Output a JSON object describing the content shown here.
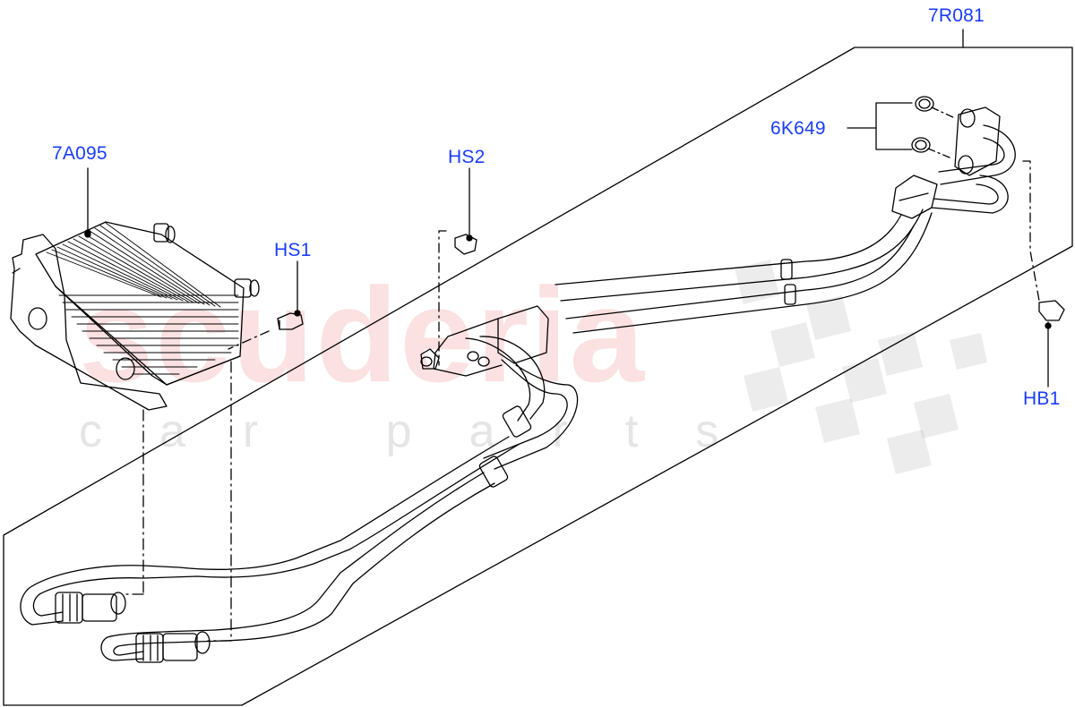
{
  "watermark": {
    "main": "scuderia",
    "sub": "car parts"
  },
  "callouts": {
    "oil_cooler": "7A095",
    "cooler_pipe_assembly": "7R081",
    "o_rings": "6K649",
    "screw_hs1": "HS1",
    "screw_hs2": "HS2",
    "bolt_hb1": "HB1"
  },
  "colors": {
    "callout_text": "#1a3cff",
    "line": "#000000",
    "watermark_red": "#eb7878",
    "watermark_grey": "#b4b4b4"
  }
}
